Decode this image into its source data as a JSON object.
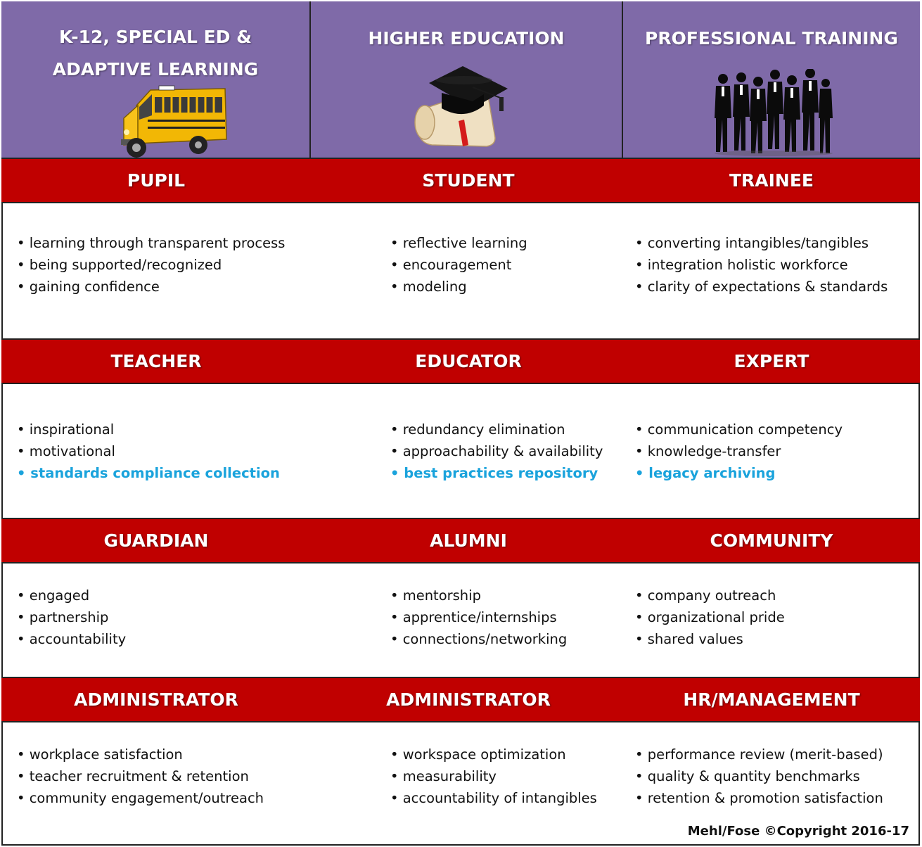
{
  "header": {
    "columns": [
      {
        "title": "K-12, SPECIAL ED & ADAPTIVE LEARNING",
        "icon": "school-bus-icon"
      },
      {
        "title": "HIGHER EDUCATION",
        "icon": "graduation-cap-diploma-icon"
      },
      {
        "title": "PROFESSIONAL TRAINING",
        "icon": "business-people-icon"
      }
    ]
  },
  "sections": [
    {
      "labels": [
        "PUPIL",
        "STUDENT",
        "TRAINEE"
      ],
      "columns": [
        [
          "learning through transparent process",
          "being supported/recognized",
          "gaining confidence"
        ],
        [
          "reflective learning",
          "encouragement",
          "modeling"
        ],
        [
          "converting intangibles/tangibles",
          "integration holistic workforce",
          "clarity of expectations & standards"
        ]
      ]
    },
    {
      "labels": [
        "TEACHER",
        "EDUCATOR",
        "EXPERT"
      ],
      "columns": [
        [
          "inspirational",
          "motivational",
          "standards compliance collection"
        ],
        [
          "redundancy elimination",
          "approachability & availability",
          "best practices repository"
        ],
        [
          "communication competency",
          "knowledge-transfer",
          "legacy archiving"
        ]
      ]
    },
    {
      "labels": [
        "GUARDIAN",
        "ALUMNI",
        "COMMUNITY"
      ],
      "columns": [
        [
          "engaged",
          "partnership",
          "accountability"
        ],
        [
          "mentorship",
          "apprentice/internships",
          "connections/networking"
        ],
        [
          "company outreach",
          "organizational pride",
          "shared values"
        ]
      ]
    },
    {
      "labels": [
        "ADMINISTRATOR",
        "ADMINISTRATOR",
        "HR/MANAGEMENT"
      ],
      "columns": [
        [
          "workplace satisfaction",
          "teacher recruitment & retention",
          "community engagement/outreach"
        ],
        [
          "workspace optimization",
          "measurability",
          "accountability of intangibles"
        ],
        [
          "performance review (merit-based)",
          "quality & quantity benchmarks",
          "retention & promotion satisfaction"
        ]
      ]
    }
  ],
  "colors": {
    "header_bg": "#7f6aa8",
    "bar_bg": "#c00000",
    "highlight": "#1aa3dc"
  },
  "copyright": "Mehl/Fose ©Copyright 2016-17"
}
